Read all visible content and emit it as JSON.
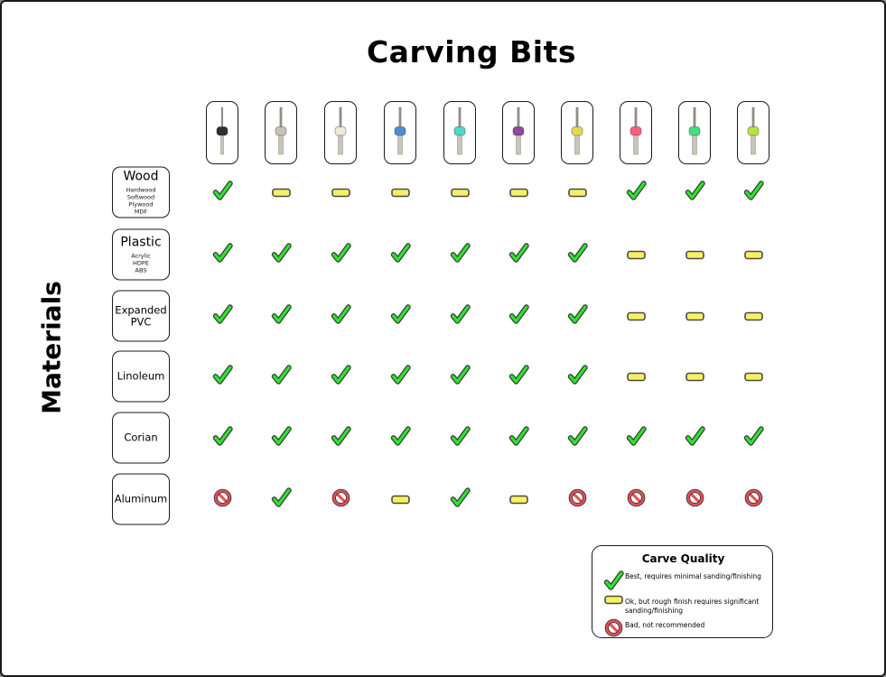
{
  "page": {
    "title": "Carving Bits",
    "left_axis_label": "Materials"
  },
  "bits": [
    {
      "id": "bit-1",
      "ring_color_name": "black",
      "ring_color": "#2f2f2f",
      "style": "thin"
    },
    {
      "id": "bit-2",
      "ring_color_name": "silver",
      "ring_color": "#c6c2b8",
      "style": "standard"
    },
    {
      "id": "bit-3",
      "ring_color_name": "white",
      "ring_color": "#efe9d8",
      "style": "standard"
    },
    {
      "id": "bit-4",
      "ring_color_name": "blue",
      "ring_color": "#4e8fd3",
      "style": "standard"
    },
    {
      "id": "bit-5",
      "ring_color_name": "cyan",
      "ring_color": "#4fd8c6",
      "style": "standard"
    },
    {
      "id": "bit-6",
      "ring_color_name": "purple",
      "ring_color": "#8d4a99",
      "style": "standard"
    },
    {
      "id": "bit-7",
      "ring_color_name": "yellow",
      "ring_color": "#e4da52",
      "style": "standard"
    },
    {
      "id": "bit-8",
      "ring_color_name": "pink",
      "ring_color": "#fc5f7e",
      "style": "standard"
    },
    {
      "id": "bit-9",
      "ring_color_name": "green",
      "ring_color": "#3fe07d",
      "style": "standard"
    },
    {
      "id": "bit-10",
      "ring_color_name": "lime",
      "ring_color": "#b7e243",
      "style": "standard"
    }
  ],
  "materials": [
    {
      "label": "Wood",
      "sublabels": [
        "Hardwood",
        "Softwood",
        "Plywood",
        "MDF"
      ]
    },
    {
      "label": "Plastic",
      "sublabels": [
        "Acrylic",
        "HDPE",
        "ABS"
      ]
    },
    {
      "label": "Expanded PVC",
      "sublabels": []
    },
    {
      "label": "Linoleum",
      "sublabels": []
    },
    {
      "label": "Corian",
      "sublabels": []
    },
    {
      "label": "Aluminum",
      "sublabels": []
    }
  ],
  "grid": {
    "rows": [
      {
        "material": "Wood",
        "values": [
          "check",
          "dash",
          "dash",
          "dash",
          "dash",
          "dash",
          "dash",
          "check",
          "check",
          "check"
        ]
      },
      {
        "material": "Plastic",
        "values": [
          "check",
          "check",
          "check",
          "check",
          "check",
          "check",
          "check",
          "dash",
          "dash",
          "dash"
        ]
      },
      {
        "material": "Expanded PVC",
        "values": [
          "check",
          "check",
          "check",
          "check",
          "check",
          "check",
          "check",
          "dash",
          "dash",
          "dash"
        ]
      },
      {
        "material": "Linoleum",
        "values": [
          "check",
          "check",
          "check",
          "check",
          "check",
          "check",
          "check",
          "dash",
          "dash",
          "dash"
        ]
      },
      {
        "material": "Corian",
        "values": [
          "check",
          "check",
          "check",
          "check",
          "check",
          "check",
          "check",
          "check",
          "check",
          "check"
        ]
      },
      {
        "material": "Aluminum",
        "values": [
          "no",
          "check",
          "no",
          "dash",
          "check",
          "dash",
          "no",
          "no",
          "no",
          "no"
        ]
      }
    ]
  },
  "legend": {
    "title": "Carve Quality",
    "items": [
      {
        "symbol": "check",
        "label": "Best, requires minimal sanding/finishing"
      },
      {
        "symbol": "dash",
        "label": "Ok, but rough finish requires significant sanding/finishing"
      },
      {
        "symbol": "no",
        "label": "Bad, not recommended"
      }
    ]
  },
  "symbol_colors": {
    "check_green": "#2ce52c",
    "dash_yellow": "#f6f163",
    "no_red": "#e25058",
    "outline_dark": "#3c3c3c"
  },
  "chart_data": {
    "type": "table",
    "title": "Carving Bits",
    "row_axis_label": "Materials",
    "columns": [
      "black-ring bit",
      "silver-ring bit",
      "white-ring bit",
      "blue-ring bit",
      "cyan-ring bit",
      "purple-ring bit",
      "yellow-ring bit",
      "pink-ring bit",
      "green-ring bit",
      "lime-ring bit"
    ],
    "rows": [
      {
        "material": "Wood (Hardwood, Softwood, Plywood, MDF)",
        "carve_quality": [
          "best",
          "ok",
          "ok",
          "ok",
          "ok",
          "ok",
          "ok",
          "best",
          "best",
          "best"
        ]
      },
      {
        "material": "Plastic (Acrylic, HDPE, ABS)",
        "carve_quality": [
          "best",
          "best",
          "best",
          "best",
          "best",
          "best",
          "best",
          "ok",
          "ok",
          "ok"
        ]
      },
      {
        "material": "Expanded PVC",
        "carve_quality": [
          "best",
          "best",
          "best",
          "best",
          "best",
          "best",
          "best",
          "ok",
          "ok",
          "ok"
        ]
      },
      {
        "material": "Linoleum",
        "carve_quality": [
          "best",
          "best",
          "best",
          "best",
          "best",
          "best",
          "best",
          "ok",
          "ok",
          "ok"
        ]
      },
      {
        "material": "Corian",
        "carve_quality": [
          "best",
          "best",
          "best",
          "best",
          "best",
          "best",
          "best",
          "best",
          "best",
          "best"
        ]
      },
      {
        "material": "Aluminum",
        "carve_quality": [
          "bad",
          "best",
          "bad",
          "ok",
          "best",
          "ok",
          "bad",
          "bad",
          "bad",
          "bad"
        ]
      }
    ],
    "legend": {
      "best": "Best, requires minimal sanding/finishing",
      "ok": "Ok, but rough finish requires significant sanding/finishing",
      "bad": "Bad, not recommended"
    }
  }
}
